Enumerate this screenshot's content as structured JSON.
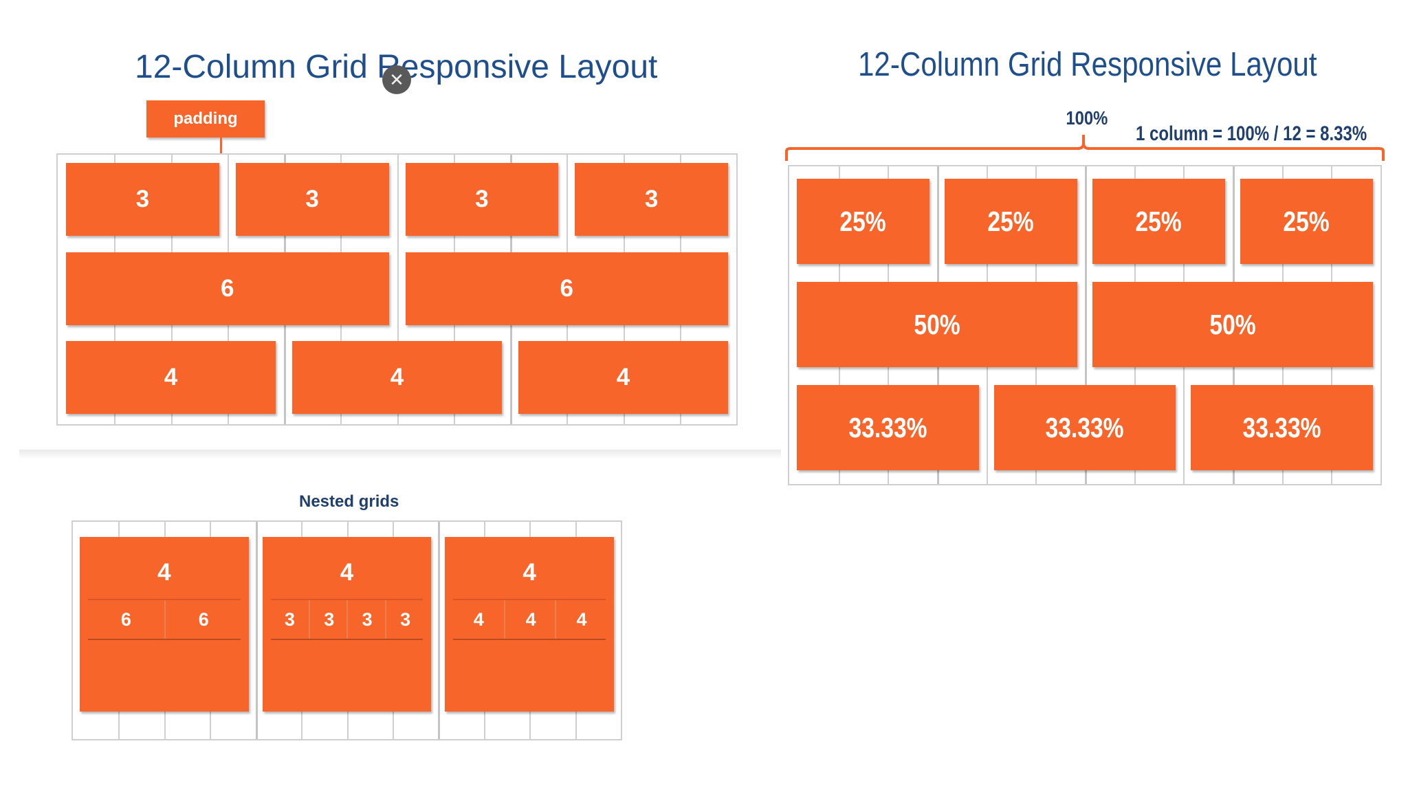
{
  "left_panel": {
    "title": "12-Column Grid Responsive Layout",
    "padding_label": "padding",
    "rows": [
      [
        "3",
        "3",
        "3",
        "3"
      ],
      [
        "6",
        "6"
      ],
      [
        "4",
        "4",
        "4"
      ]
    ]
  },
  "right_panel": {
    "title": "12-Column Grid Responsive Layout",
    "total_label": "100%",
    "column_formula": "1 column = 100% / 12 = 8.33%",
    "rows": [
      [
        "25%",
        "25%",
        "25%",
        "25%"
      ],
      [
        "50%",
        "50%"
      ],
      [
        "33.33%",
        "33.33%",
        "33.33%"
      ]
    ]
  },
  "nested": {
    "title": "Nested grids",
    "blocks": [
      {
        "label": "4",
        "cells": [
          "6",
          "6"
        ]
      },
      {
        "label": "4",
        "cells": [
          "3",
          "3",
          "3",
          "3"
        ]
      },
      {
        "label": "4",
        "cells": [
          "4",
          "4",
          "4"
        ]
      }
    ]
  },
  "colors": {
    "accent": "#f7652a",
    "title": "#1f4e8c",
    "grid_line": "#cfcfcf"
  },
  "icons": {
    "close": "close-icon"
  }
}
